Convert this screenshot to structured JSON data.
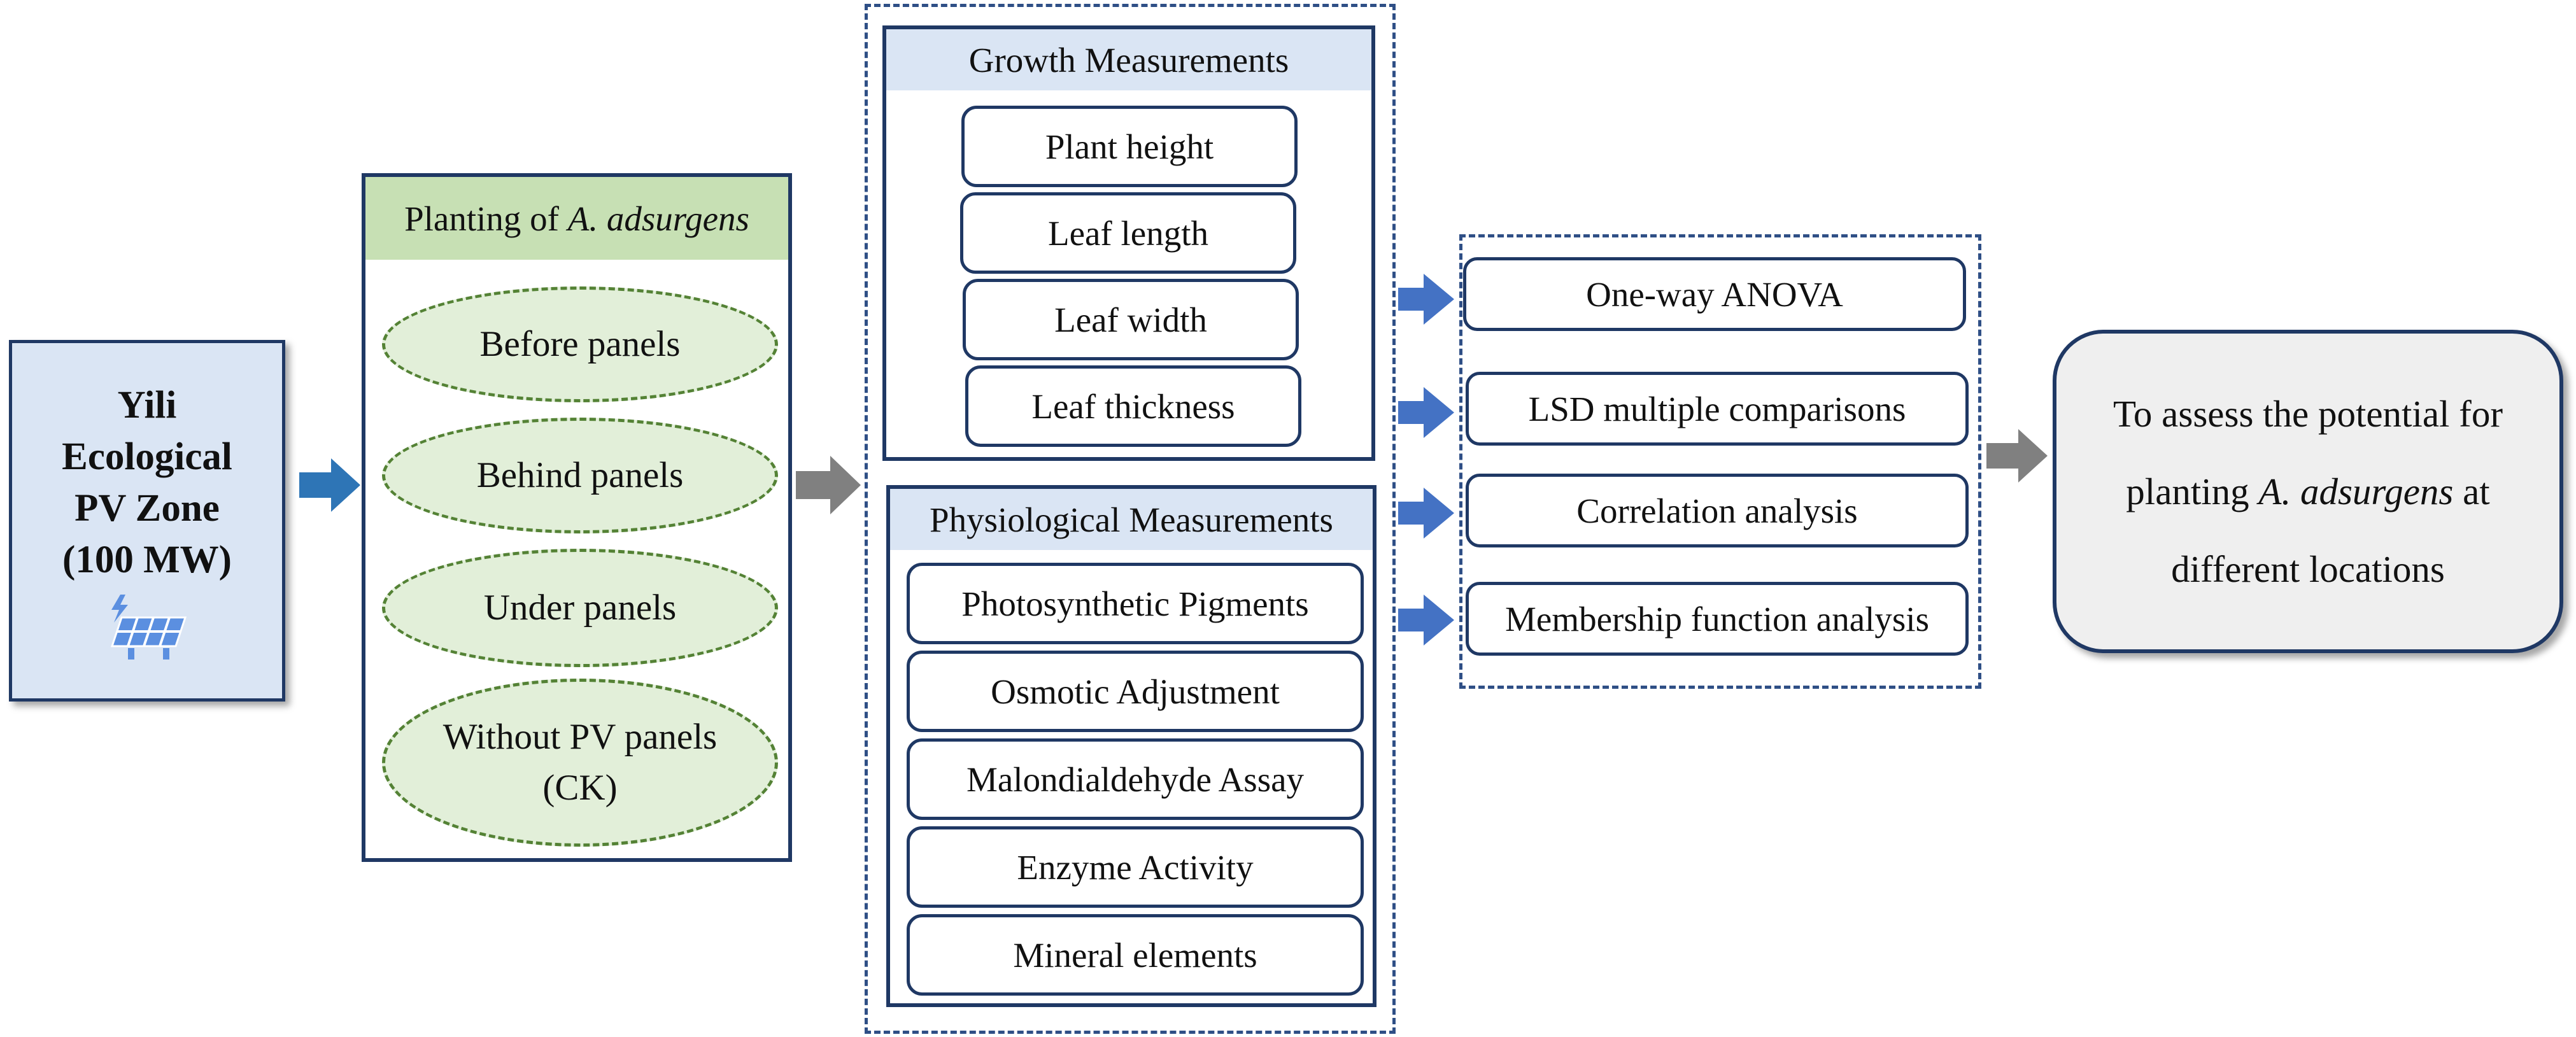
{
  "colors": {
    "navy": "#1f3864",
    "blue_arrow": "#2e75b6",
    "gray_arrow": "#808080",
    "slate_arrow": "#4472c4",
    "green_header": "#c7e0b4",
    "ellipse_fill": "#e2efd9",
    "blue_header": "#dae5f4"
  },
  "source": {
    "title_lines": [
      "Yili",
      "Ecological",
      "PV Zone",
      "(100 MW)"
    ],
    "icon": "solar-panel-icon"
  },
  "planting": {
    "header_prefix": "Planting of ",
    "header_species": "A. adsurgens",
    "locations": [
      {
        "label": "Before panels"
      },
      {
        "label": "Behind panels"
      },
      {
        "label": "Under panels"
      },
      {
        "line1": "Without PV panels",
        "line2": "(CK)"
      }
    ]
  },
  "growth": {
    "header": "Growth Measurements",
    "items": [
      "Plant height",
      "Leaf length",
      "Leaf width",
      "Leaf thickness"
    ]
  },
  "physiological": {
    "header": "Physiological Measurements",
    "items": [
      "Photosynthetic Pigments",
      "Osmotic Adjustment",
      "Malondialdehyde Assay",
      "Enzyme Activity",
      "Mineral elements"
    ]
  },
  "analysis": {
    "items": [
      "One-way ANOVA",
      "LSD multiple comparisons",
      "Correlation analysis",
      "Membership function analysis"
    ]
  },
  "conclusion": {
    "line1": "To assess the potential for",
    "line2_prefix": "planting ",
    "line2_species": "A. adsurgens",
    "line2_suffix": " at",
    "line3": "different locations"
  }
}
